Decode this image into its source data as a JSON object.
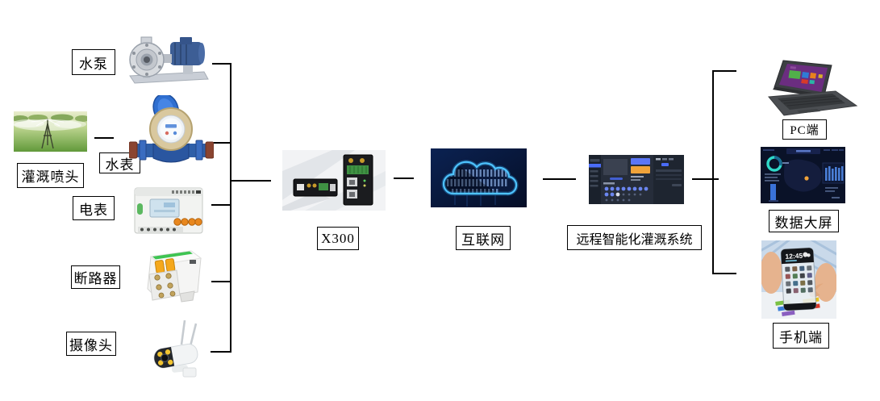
{
  "nodes": {
    "water_pump": {
      "label": "水泵"
    },
    "sprinkler": {
      "label": "灌溉喷头"
    },
    "water_meter": {
      "label": "水表"
    },
    "electric_meter": {
      "label": "电表"
    },
    "circuit_breaker": {
      "label": "断路器"
    },
    "camera": {
      "label": "摄像头"
    },
    "gateway": {
      "label": "X300"
    },
    "internet": {
      "label": "互联网"
    },
    "platform": {
      "label": "远程智能化灌溉系统"
    },
    "pc": {
      "label": "PC端"
    },
    "big_screen": {
      "label": "数据大屏"
    },
    "mobile": {
      "label": "手机端"
    }
  },
  "phone_screen": {
    "time": "12:45"
  },
  "colors": {
    "connector": "#000000",
    "label_border": "#000000",
    "label_bg": "#ffffff",
    "cloud_neon": "#38b6ff",
    "page_bg": "#ffffff"
  }
}
